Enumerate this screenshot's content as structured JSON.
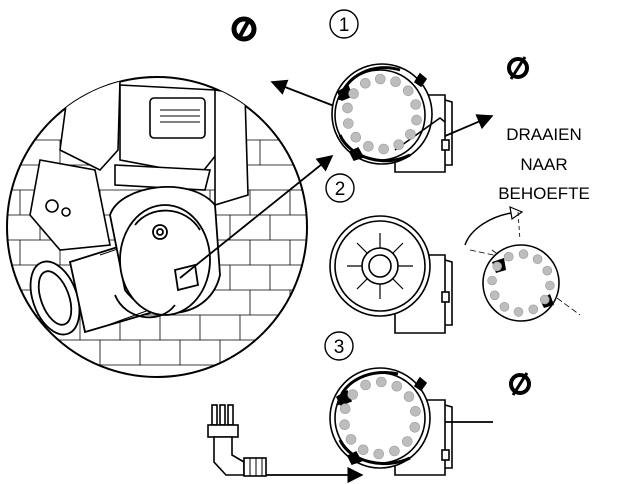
{
  "steps": [
    {
      "number": "1"
    },
    {
      "number": "2"
    },
    {
      "number": "3"
    }
  ],
  "rotate_label": {
    "lines": [
      "DRAAIEN",
      "NAAR",
      "BEHOEFTE"
    ]
  },
  "icons": {
    "forbidden": "prohibition-icon",
    "allowed": "slashed-circle-icon"
  },
  "colors": {
    "ink": "#000000",
    "ball": "#bdbdbd",
    "background": "#ffffff"
  }
}
